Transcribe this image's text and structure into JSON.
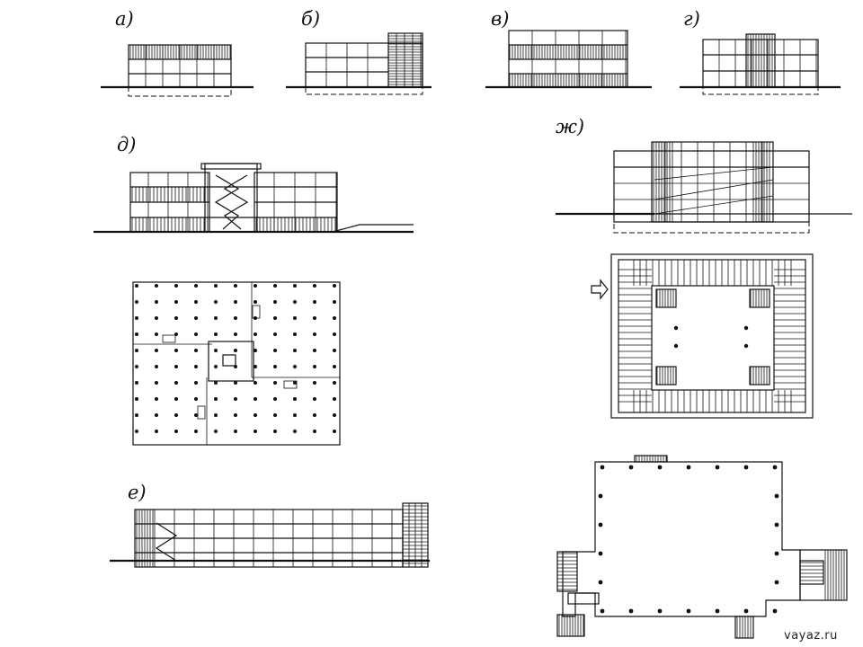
{
  "labels": {
    "a": "а)",
    "b": "б)",
    "v": "в)",
    "g": "г)",
    "d": "д)",
    "e": "е)",
    "zh": "ж)"
  },
  "watermark": "vayaz.ru",
  "colors": {
    "ink": "#111111",
    "paper": "#ffffff"
  }
}
